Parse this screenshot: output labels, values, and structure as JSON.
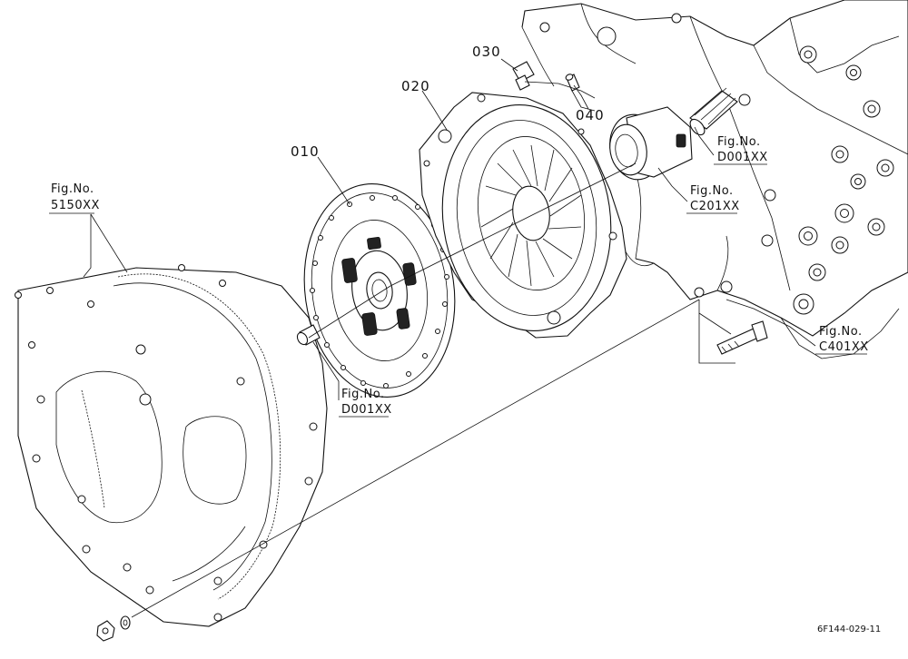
{
  "parts": [
    {
      "id": "part-010",
      "number": "010"
    },
    {
      "id": "part-020",
      "number": "020"
    },
    {
      "id": "part-030",
      "number": "030"
    },
    {
      "id": "part-040",
      "number": "040"
    }
  ],
  "figure_refs": [
    {
      "id": "fig-5150xx",
      "line1": "Fig.No.",
      "line2": "5150XX"
    },
    {
      "id": "fig-d001xx-top",
      "line1": "Fig.No.",
      "line2": "D001XX"
    },
    {
      "id": "fig-c201xx",
      "line1": "Fig.No.",
      "line2": "C201XX"
    },
    {
      "id": "fig-d001xx-bottom",
      "line1": "Fig.No.",
      "line2": "D001XX"
    },
    {
      "id": "fig-c401xx",
      "line1": "Fig.No.",
      "line2": "C401XX"
    }
  ],
  "drawing_code": "6F144-029-11"
}
